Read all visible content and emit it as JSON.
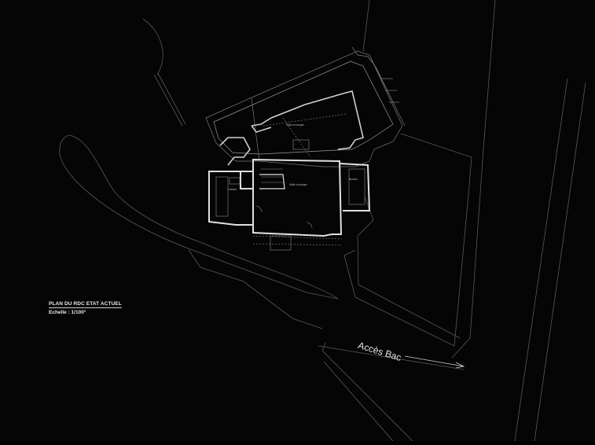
{
  "plan": {
    "title": "PLAN DU RDC ETAT ACTUEL",
    "scale": "Echelle : 1/100°",
    "access_label": "Accès Bac"
  },
  "rooms": {
    "salle_haut": {
      "name": "Salle à manger"
    },
    "salle_centre": {
      "name": "Salle à manger"
    },
    "cuisine": {
      "name": "Cuisine"
    },
    "debarras": {
      "name": "Débarras"
    },
    "bureau": {
      "name": "Bureau"
    }
  },
  "colors": {
    "background": "#050505",
    "linework": "#bfbfbf",
    "thin_line": "#5a5a5a",
    "text": "#e6e6e6"
  }
}
